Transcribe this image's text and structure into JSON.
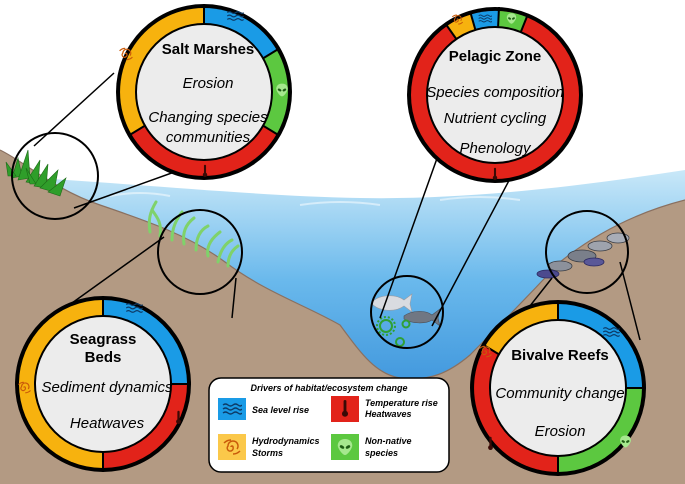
{
  "colors": {
    "sky": "#ffffff",
    "water_light": "#bfe2f6",
    "water_mid": "#68b8ec",
    "water_deep": "#1f7fd3",
    "sediment": "#b39a83",
    "ring_blue": "#1a9be6",
    "ring_green": "#5cc840",
    "ring_red": "#e2231a",
    "ring_yellow": "#f7b20e",
    "disc_fill": "#ececec",
    "grass": "#2f9e2a",
    "seagrass": "#7fd26a"
  },
  "habitats": {
    "salt_marsh": {
      "title": "Salt Marshes",
      "items": [
        "Erosion",
        "Changing species",
        "communities"
      ]
    },
    "pelagic": {
      "title": "Pelagic Zone",
      "items": [
        "Species composition",
        "Nutrient cycling",
        "Phenology"
      ]
    },
    "seagrass": {
      "title_lines": [
        "Seagrass",
        "Beds"
      ],
      "items": [
        "Sediment dynamics",
        "Heatwaves"
      ]
    },
    "bivalve": {
      "title": "Bivalve Reefs",
      "items": [
        "Community change",
        "Erosion"
      ]
    }
  },
  "legend": {
    "title": "Drivers of habitat/ecosystem change",
    "sea_level": "Sea level rise",
    "temperature_lines": [
      "Temperature rise",
      "Heatwaves"
    ],
    "hydro_lines": [
      "Hydrodynamics",
      "Storms"
    ],
    "nonnative_lines": [
      "Non-native",
      "species"
    ]
  },
  "icons": [
    "waves-icon",
    "thermometer-icon",
    "storm-spiral-icon",
    "alien-icon",
    "fish-icon",
    "plankton-icon",
    "marsh-grass-icon",
    "seagrass-icon",
    "bivalve-icon"
  ]
}
